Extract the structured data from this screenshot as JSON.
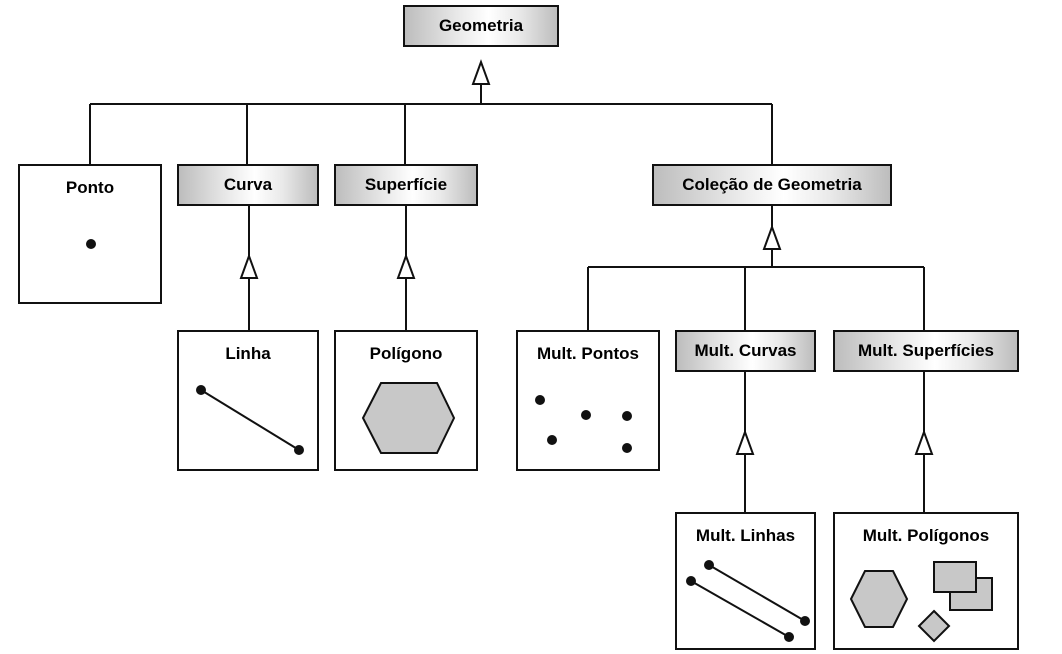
{
  "nodes": {
    "geometria": "Geometria",
    "ponto": "Ponto",
    "curva": "Curva",
    "superficie": "Superfície",
    "colecao": "Coleção de Geometria",
    "linha": "Linha",
    "poligono": "Polígono",
    "mult_pontos": "Mult. Pontos",
    "mult_curvas": "Mult. Curvas",
    "mult_superficies": "Mult. Superfícies",
    "mult_linhas": "Mult. Linhas",
    "mult_poligonos": "Mult. Polígonos"
  },
  "colors": {
    "line": "#111111",
    "shape_fill": "#c8c8c8",
    "header_gradient": [
      "#bdbdbd",
      "#ffffff"
    ]
  }
}
